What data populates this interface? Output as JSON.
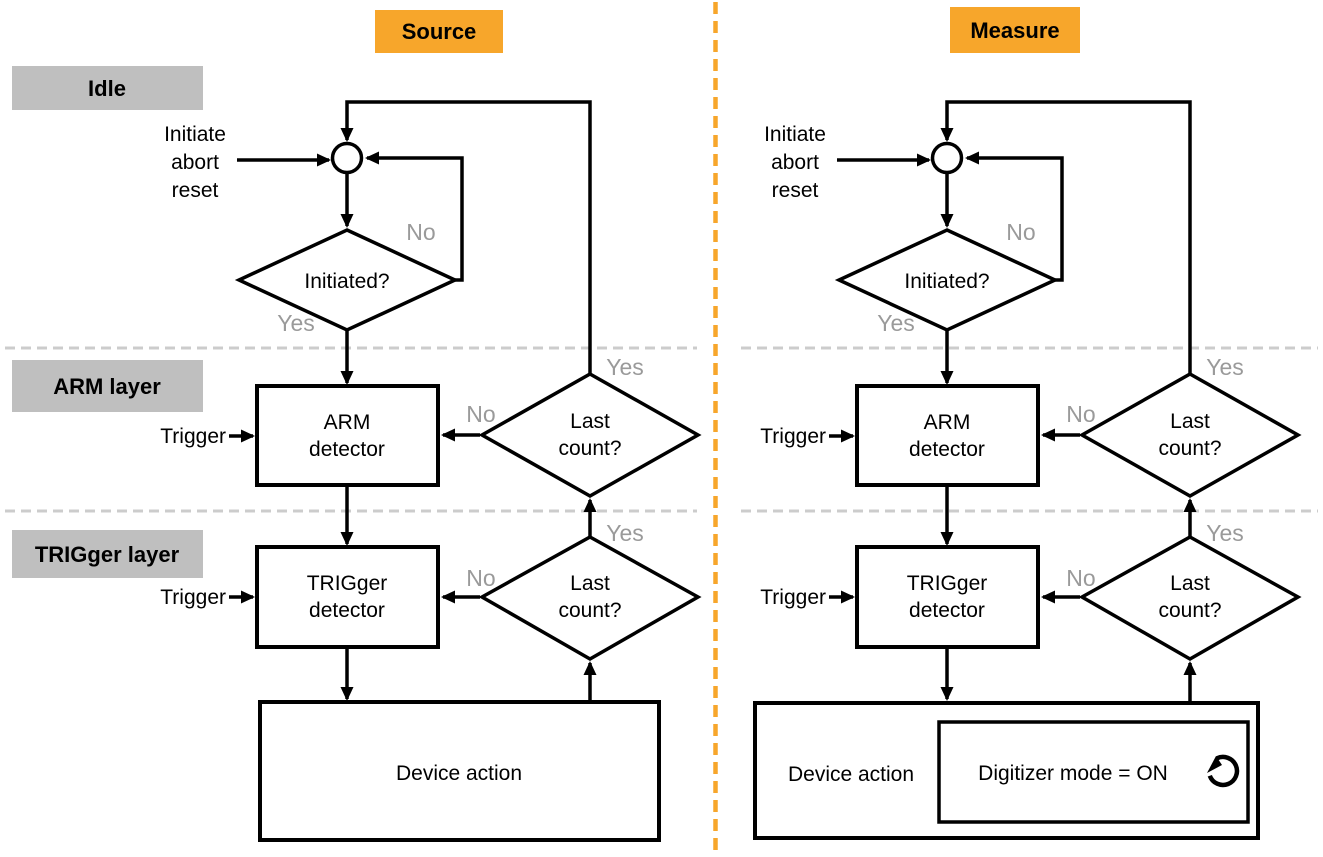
{
  "colors": {
    "accent_orange": "#F7A62B",
    "badge_gray": "#BFBFBF",
    "yes_no_gray": "#9A9A9A",
    "dashed_line_gray": "#CCCCCC",
    "line_black": "#000000"
  },
  "layer_badges": [
    {
      "label": "Idle"
    },
    {
      "label": "ARM layer"
    },
    {
      "label": "TRIGger layer"
    }
  ],
  "columns": [
    {
      "header": "Source",
      "initiate_lines": [
        "Initiate",
        "abort",
        "reset"
      ],
      "initiated": {
        "label": "Initiated?",
        "no": "No",
        "yes": "Yes"
      },
      "arm": {
        "trigger": "Trigger",
        "detector": [
          "ARM",
          "detector"
        ],
        "last_count": [
          "Last",
          "count?"
        ],
        "no": "No",
        "yes": "Yes"
      },
      "trig": {
        "trigger": "Trigger",
        "detector": [
          "TRIGger",
          "detector"
        ],
        "last_count": [
          "Last",
          "count?"
        ],
        "no": "No",
        "yes": "Yes"
      },
      "device_action": "Device action"
    },
    {
      "header": "Measure",
      "initiate_lines": [
        "Initiate",
        "abort",
        "reset"
      ],
      "initiated": {
        "label": "Initiated?",
        "no": "No",
        "yes": "Yes"
      },
      "arm": {
        "trigger": "Trigger",
        "detector": [
          "ARM",
          "detector"
        ],
        "last_count": [
          "Last",
          "count?"
        ],
        "no": "No",
        "yes": "Yes"
      },
      "trig": {
        "trigger": "Trigger",
        "detector": [
          "TRIGger",
          "detector"
        ],
        "last_count": [
          "Last",
          "count?"
        ],
        "no": "No",
        "yes": "Yes"
      },
      "device_action": "Device action",
      "digitizer_mode": "Digitizer mode = ON"
    }
  ]
}
